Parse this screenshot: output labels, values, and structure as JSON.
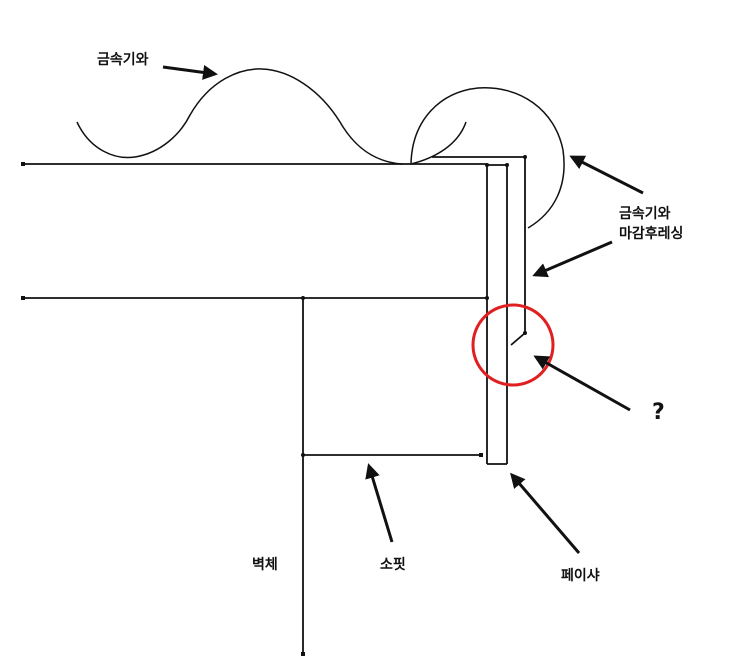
{
  "diagram": {
    "type": "roof-eave-section-sketch",
    "labels": {
      "metal_roof_top": "금속기와",
      "metal_roof_flashing_line1": "금속기와",
      "metal_roof_flashing_line2": "마감후레싱",
      "question": "?",
      "wall": "벽체",
      "soffit": "소핏",
      "fascia": "페이샤"
    },
    "colors": {
      "line": "#111111",
      "highlight_circle": "#e02020",
      "background": "#ffffff"
    }
  }
}
